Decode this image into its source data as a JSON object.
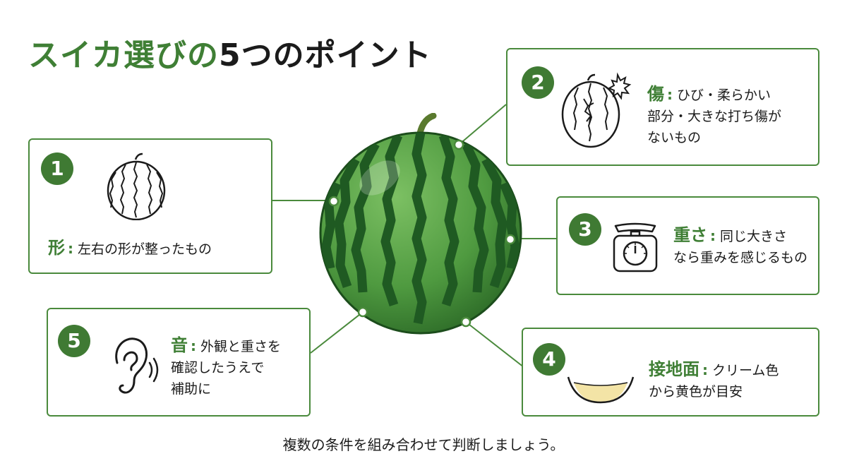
{
  "title": {
    "part1": "スイカ選びの",
    "part2": "5つのポイント"
  },
  "points": [
    {
      "number": "1",
      "label": "形",
      "colon": ":",
      "lines": [
        "左右の形が整ったもの"
      ],
      "icon": "round-watermelon-icon"
    },
    {
      "number": "2",
      "label": "傷",
      "colon": ":",
      "lines": [
        "ひび・柔らかい",
        "部分・大きな打ち傷が",
        "ないもの"
      ],
      "icon": "cracked-watermelon-icon"
    },
    {
      "number": "3",
      "label": "重さ",
      "colon": ":",
      "lines": [
        "同じ大きさ",
        "なら重みを感じるもの"
      ],
      "icon": "scale-icon"
    },
    {
      "number": "4",
      "label": "接地面",
      "colon": ":",
      "lines": [
        "クリーム色",
        "から黄色が目安"
      ],
      "icon": "ground-spot-icon"
    },
    {
      "number": "5",
      "label": "音",
      "colon": ":",
      "lines": [
        "外観と重さを",
        "確認したうえで",
        "補助に"
      ],
      "icon": "ear-sound-icon"
    }
  ],
  "footer": "複数の条件を組み合わせて判断しましょう。",
  "colors": {
    "accent": "#3f7f35",
    "watermelon_dark": "#1f5e22",
    "watermelon_light": "#5aa34a"
  }
}
